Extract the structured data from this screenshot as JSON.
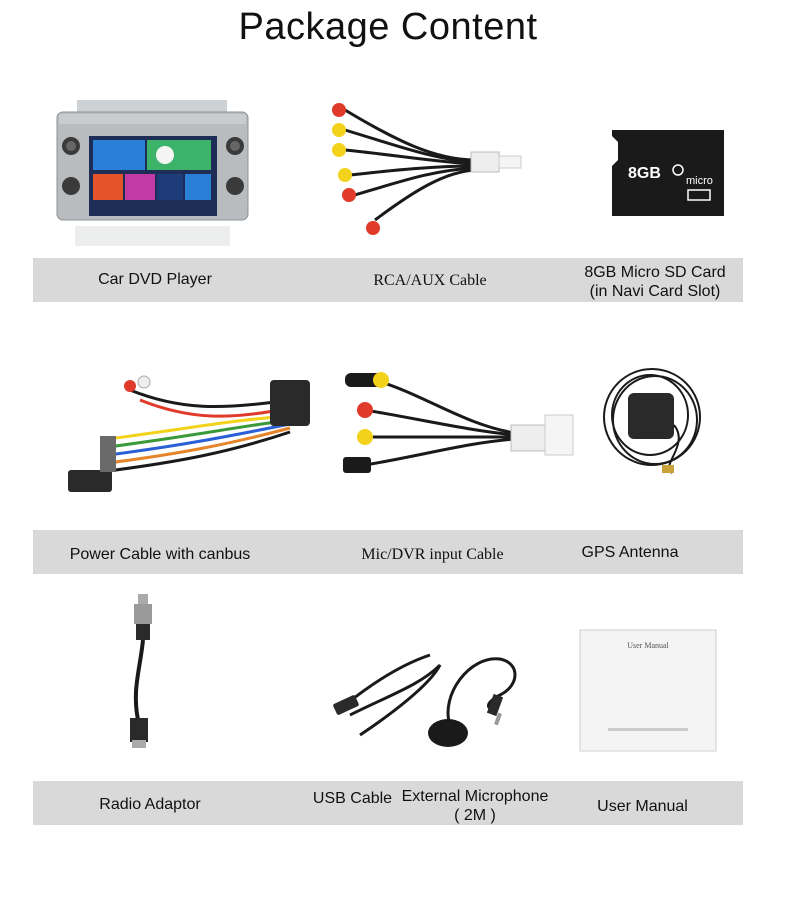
{
  "page": {
    "title": "Package Content"
  },
  "items": [
    {
      "icon": "car-dvd-player-icon",
      "label": "Car DVD Player"
    },
    {
      "icon": "rca-aux-cable-icon",
      "label": "RCA/AUX Cable"
    },
    {
      "icon": "micro-sd-card-icon",
      "label_line1": "8GB Micro SD Card",
      "label_line2": "(in Navi Card Slot)",
      "card_capacity": "8GB",
      "card_brand": "micro"
    },
    {
      "icon": "power-cable-icon",
      "label": "Power Cable with canbus"
    },
    {
      "icon": "mic-dvr-cable-icon",
      "label": "Mic/DVR input Cable"
    },
    {
      "icon": "gps-antenna-icon",
      "label": "GPS Antenna"
    },
    {
      "icon": "radio-adaptor-icon",
      "label": "Radio Adaptor"
    },
    {
      "icon": "usb-cable-icon",
      "label": "USB Cable"
    },
    {
      "icon": "external-microphone-icon",
      "label_line1": "External Microphone",
      "label_line2": "( 2M )"
    },
    {
      "icon": "user-manual-icon",
      "label": "User Manual",
      "cover_text": "User Manual"
    }
  ],
  "colors": {
    "band": "#d9d9d9",
    "device_silver": "#b9bcbf",
    "screen_blue": "#2a7fd6",
    "cable_black": "#1a1a1a",
    "rca_red": "#e03a2a",
    "rca_yellow": "#f2d21a",
    "rca_white": "#eeeeee"
  }
}
